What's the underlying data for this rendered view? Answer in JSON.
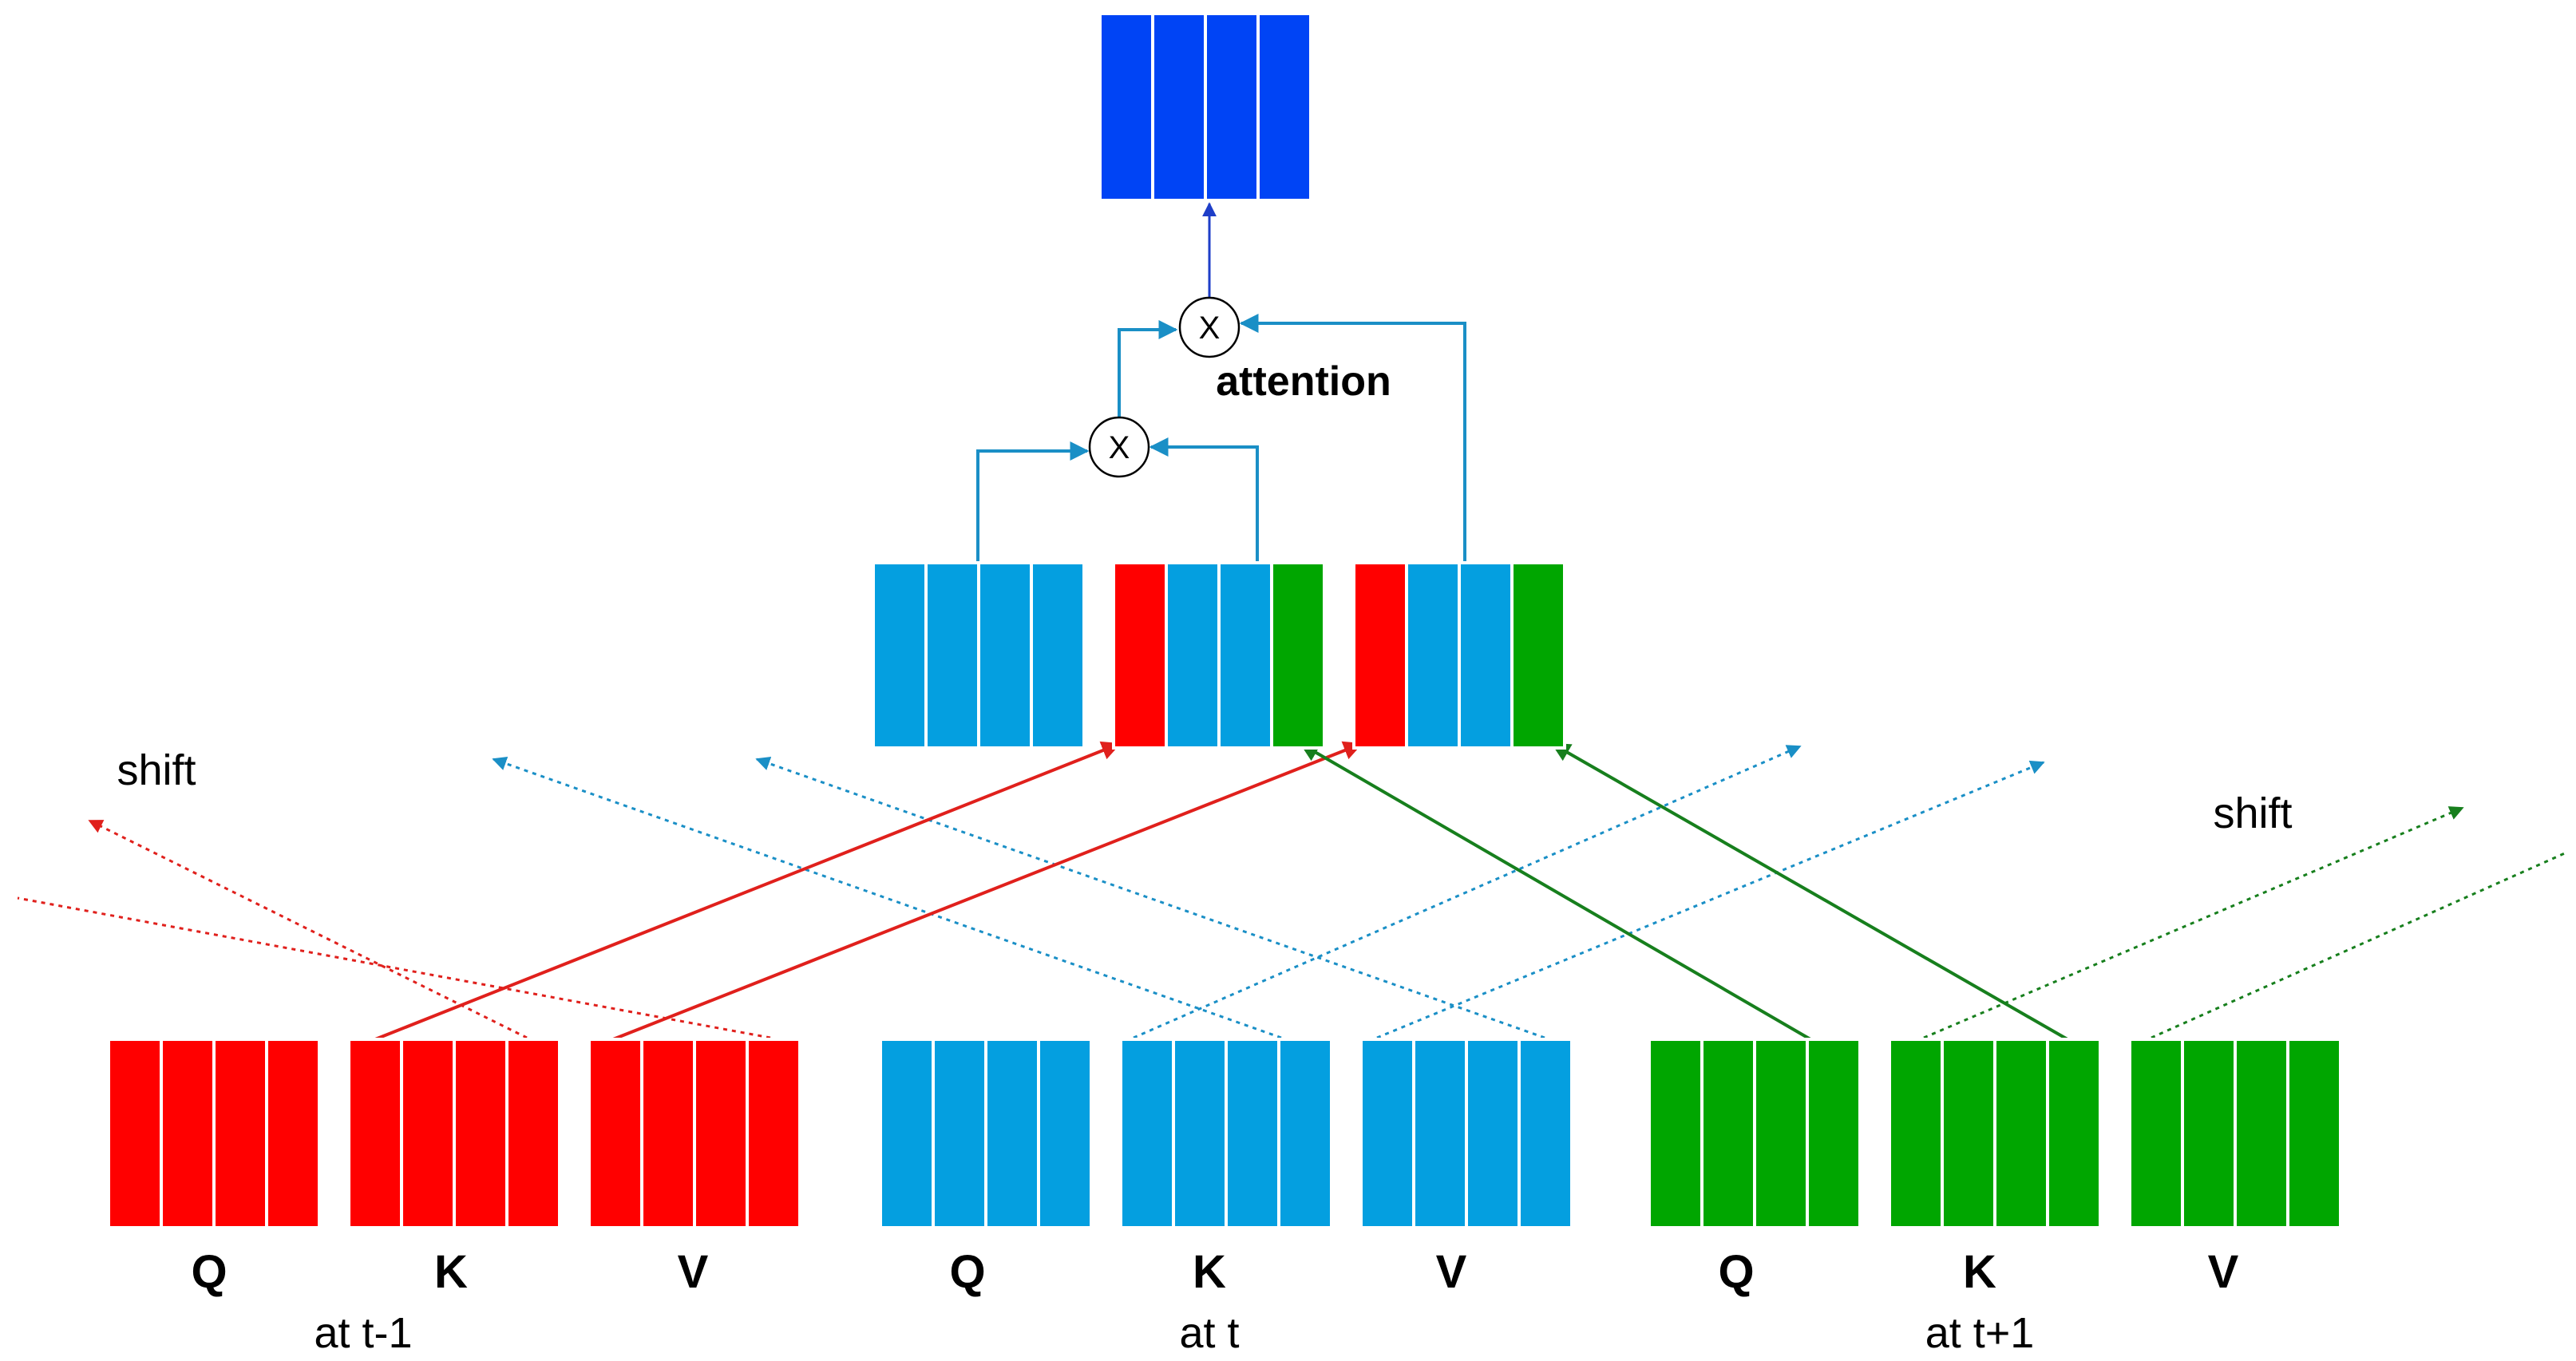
{
  "colors": {
    "red": "#ff0000",
    "cyan": "#049fe0",
    "green": "#00a600",
    "blue": "#0044f5",
    "line_red": "#e0201c",
    "line_cyan": "#1a8fc6",
    "line_green": "#177f1d",
    "line_blue": "#1e3ec8",
    "stroke": "#ffffff"
  },
  "labels": {
    "t_minus_1": {
      "q": "Q",
      "k": "K",
      "v": "V",
      "caption": "at t-1"
    },
    "t": {
      "q": "Q",
      "k": "K",
      "v": "V",
      "caption": "at t"
    },
    "t_plus_1": {
      "q": "Q",
      "k": "K",
      "v": "V",
      "caption": "at t+1"
    },
    "shift_left": "shift",
    "shift_right": "shift",
    "attention": "attention",
    "multiply_symbol_1": "X",
    "multiply_symbol_2": "X"
  },
  "icons": {
    "multiply_op": "circled-x-icon",
    "arrow": "arrow-icon"
  }
}
